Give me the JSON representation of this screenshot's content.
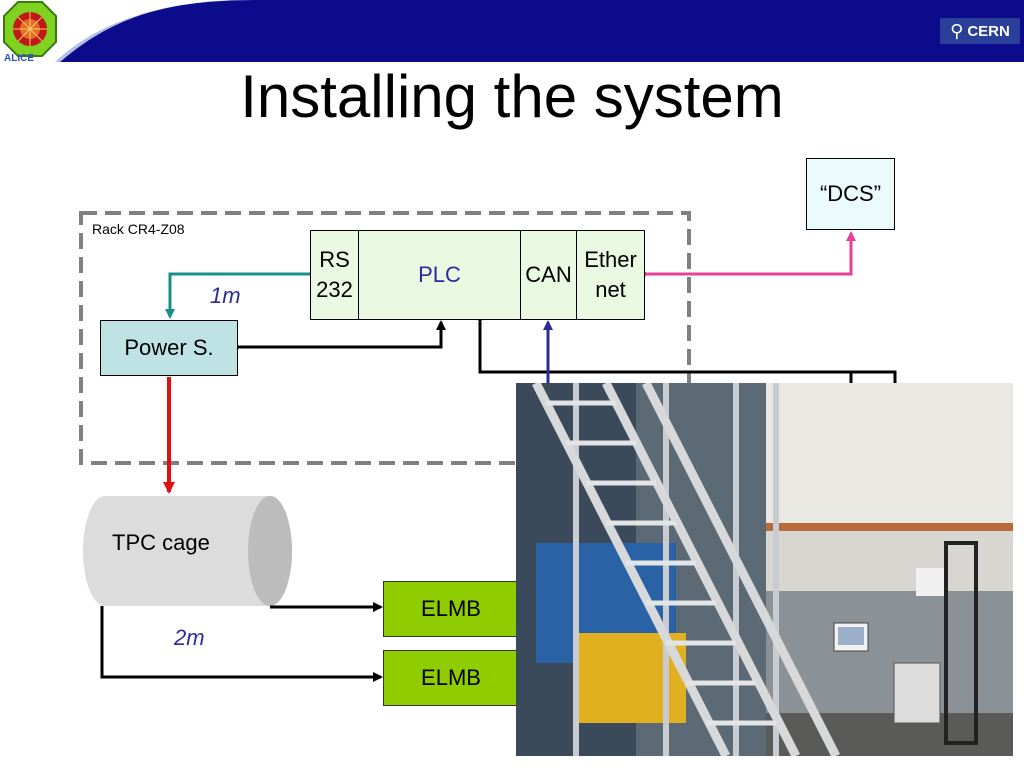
{
  "title": "Installing the system",
  "logos": {
    "left": "ALICE",
    "right": "CERN"
  },
  "rack": {
    "label": "Rack CR4-Z08"
  },
  "plc_row": {
    "rs": "RS\n232",
    "plc": "PLC",
    "can": "CAN",
    "ethernet": "Ether\nnet"
  },
  "dcs": "“DCS”",
  "power_supply": "Power S.",
  "tpc_cage": "TPC cage",
  "elmb": [
    "ELMB",
    "ELMB"
  ],
  "lengths": {
    "one": "1m",
    "two": "2m"
  },
  "colors": {
    "header_blue": "#0b0b8c",
    "teal_line": "#1a8f88",
    "pink_line": "#e8409a",
    "red_line": "#e01010",
    "blue_line": "#2b2b9a",
    "plc_fill": "#eaf9e2",
    "power_fill": "#bfe3e4",
    "dcs_fill": "#ebfbfb",
    "elmb_fill": "#8fcc00"
  }
}
